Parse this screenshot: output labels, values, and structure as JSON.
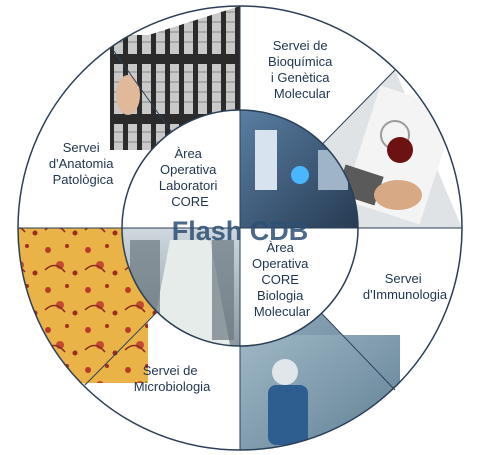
{
  "brand": {
    "title": "Flash CDB"
  },
  "outer_segments": [
    {
      "id": "bioquimica",
      "lines": [
        "Servei de",
        "Bioquímica",
        "i Genètica",
        "Molecular"
      ]
    },
    {
      "id": "anatomia",
      "lines": [
        "Servei",
        "d'Anatomia",
        "Patològica"
      ]
    },
    {
      "id": "immunologia",
      "lines": [
        "Servei",
        "d'Immunologia"
      ]
    },
    {
      "id": "microbiologia",
      "lines": [
        "Servei de",
        "Microbiologia"
      ]
    }
  ],
  "inner_segments": [
    {
      "id": "laboratori",
      "lines": [
        "Àrea",
        "Operativa",
        "Laboratori",
        "CORE"
      ]
    },
    {
      "id": "biologia",
      "lines": [
        "Àrea",
        "Operativa",
        "CORE",
        "Biologia",
        "Molecular"
      ]
    }
  ],
  "photos": [
    {
      "id": "sample-racks",
      "icon": "sample-rack-photo"
    },
    {
      "id": "blood-card",
      "icon": "blood-card-photo"
    },
    {
      "id": "microscopy",
      "icon": "microscopy-photo"
    },
    {
      "id": "lab-worker",
      "icon": "lab-worker-photo"
    },
    {
      "id": "lab-corridor",
      "icon": "lab-corridor-photo"
    },
    {
      "id": "lab-automation",
      "icon": "lab-automation-photo"
    }
  ],
  "colors": {
    "ring_stroke": "#2a3f58",
    "label_text": "#1f3550",
    "brand_text": "#2c4f73"
  }
}
